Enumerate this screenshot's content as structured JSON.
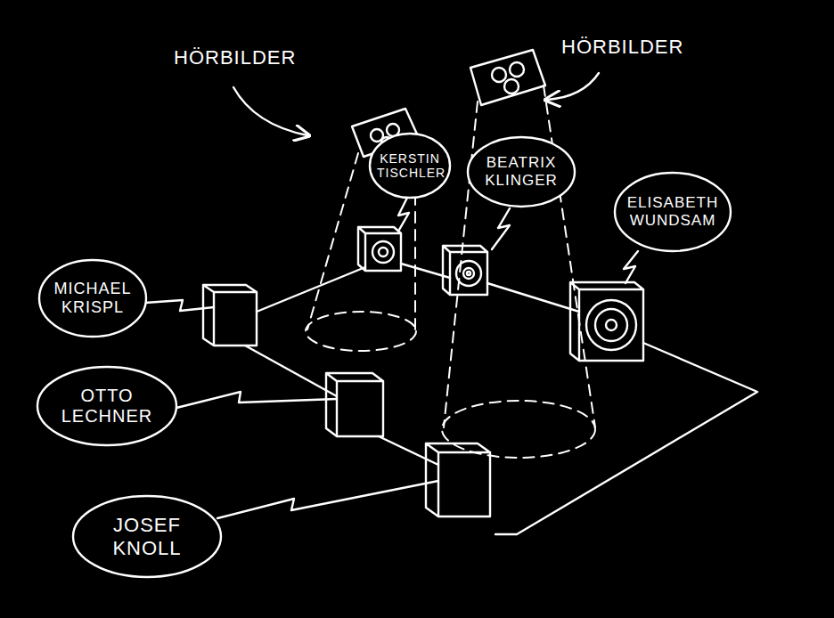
{
  "diagram": {
    "nodes": [
      {
        "text": [
          "KERSTIN TISCHLER"
        ]
      },
      {
        "text": [
          "BEATRIX KLINGER"
        ]
      },
      {
        "text": [
          "ELISABETH WUNDSAM"
        ]
      },
      {
        "text": [
          "MICHAEL KRISPL"
        ]
      },
      {
        "text": [
          "OTTO LECHNER"
        ]
      },
      {
        "text": [
          "JOSEF KNOLL"
        ]
      }
    ],
    "labels": [
      "HÖRBILDER",
      "HÖRBILDER"
    ]
  }
}
